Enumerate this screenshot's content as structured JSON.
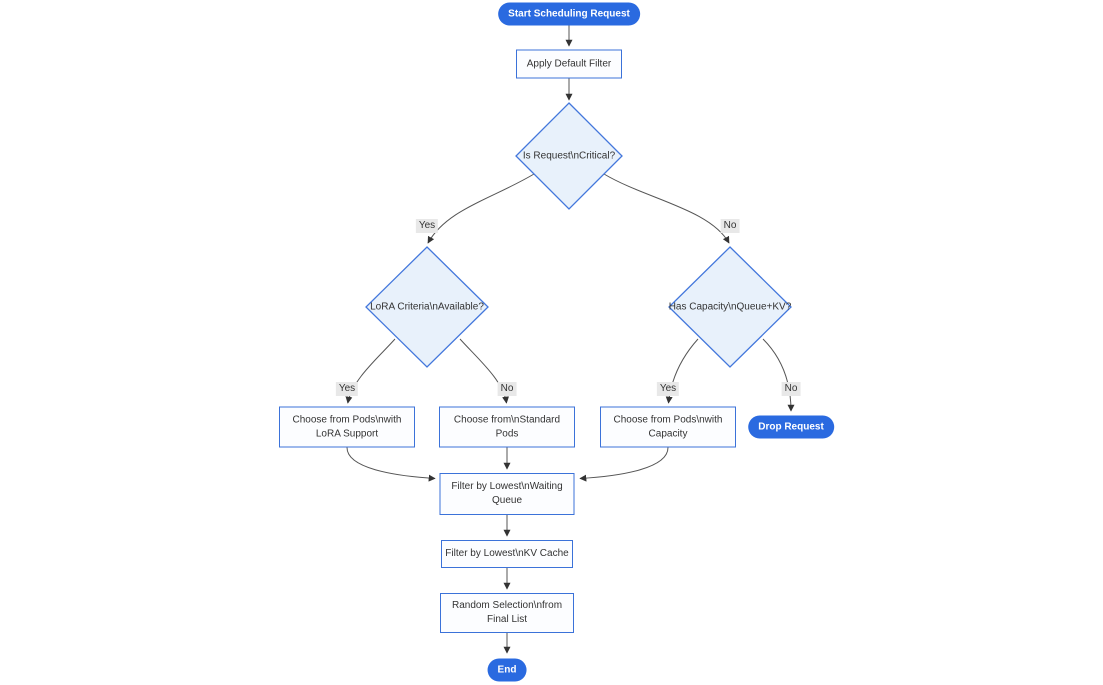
{
  "diagram": {
    "type": "flowchart",
    "direction": "top-down",
    "nodes": {
      "start": {
        "label": "Start Scheduling Request",
        "shape": "stadium"
      },
      "apply_default_filter": {
        "label": "Apply Default Filter",
        "shape": "rect"
      },
      "is_request_critical": {
        "label": "Is Request\\nCritical?",
        "shape": "diamond"
      },
      "lora_criteria_available": {
        "label": "LoRA Criteria\\nAvailable?",
        "shape": "diamond"
      },
      "has_capacity_queue_kv": {
        "label": "Has Capacity\\nQueue+KV?",
        "shape": "diamond"
      },
      "choose_lora_pods": {
        "label": "Choose from Pods\\nwith LoRA Support",
        "shape": "rect"
      },
      "choose_standard_pods": {
        "label": "Choose from\\nStandard Pods",
        "shape": "rect"
      },
      "choose_capacity_pods": {
        "label": "Choose from Pods\\nwith Capacity",
        "shape": "rect"
      },
      "drop_request": {
        "label": "Drop Request",
        "shape": "stadium"
      },
      "filter_waiting_queue": {
        "label": "Filter by Lowest\\nWaiting Queue",
        "shape": "rect"
      },
      "filter_kv_cache": {
        "label": "Filter by Lowest\\nKV Cache",
        "shape": "rect"
      },
      "random_selection": {
        "label": "Random Selection\\nfrom Final List",
        "shape": "rect"
      },
      "end": {
        "label": "End",
        "shape": "stadium"
      }
    },
    "edges": [
      {
        "from": "start",
        "to": "apply_default_filter",
        "label": ""
      },
      {
        "from": "apply_default_filter",
        "to": "is_request_critical",
        "label": ""
      },
      {
        "from": "is_request_critical",
        "to": "lora_criteria_available",
        "label": "Yes"
      },
      {
        "from": "is_request_critical",
        "to": "has_capacity_queue_kv",
        "label": "No"
      },
      {
        "from": "lora_criteria_available",
        "to": "choose_lora_pods",
        "label": "Yes"
      },
      {
        "from": "lora_criteria_available",
        "to": "choose_standard_pods",
        "label": "No"
      },
      {
        "from": "has_capacity_queue_kv",
        "to": "choose_capacity_pods",
        "label": "Yes"
      },
      {
        "from": "has_capacity_queue_kv",
        "to": "drop_request",
        "label": "No"
      },
      {
        "from": "choose_lora_pods",
        "to": "filter_waiting_queue",
        "label": ""
      },
      {
        "from": "choose_standard_pods",
        "to": "filter_waiting_queue",
        "label": ""
      },
      {
        "from": "choose_capacity_pods",
        "to": "filter_waiting_queue",
        "label": ""
      },
      {
        "from": "filter_waiting_queue",
        "to": "filter_kv_cache",
        "label": ""
      },
      {
        "from": "filter_kv_cache",
        "to": "random_selection",
        "label": ""
      },
      {
        "from": "random_selection",
        "to": "end",
        "label": ""
      }
    ],
    "colors": {
      "accent_fill": "#2a6ae0",
      "accent_text": "#ffffff",
      "diamond_fill": "#e8f1fb",
      "diamond_stroke": "#4377dc",
      "rect_fill": "#fcfdff",
      "rect_stroke": "#3b72d9",
      "edge_stroke": "#555555",
      "arrow_fill": "#333333",
      "node_text": "#333333",
      "edge_label_bg": "#e8e8e8",
      "edge_label_text": "#333333"
    }
  }
}
